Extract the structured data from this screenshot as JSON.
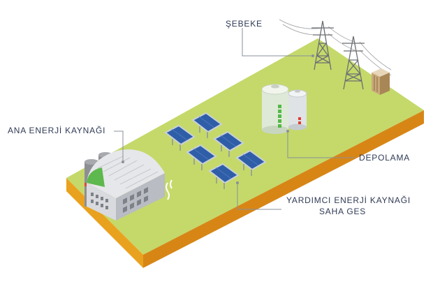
{
  "labels": {
    "grid": "ŞEBEKE",
    "main_source": "ANA ENERJİ KAYNAĞI",
    "storage": "DEPOLAMA",
    "aux_line1": "YARDIMCI ENERJİ KAYNAĞI",
    "aux_line2": "SAHA GES"
  },
  "colors": {
    "ground_top": "#c4d96a",
    "ground_left": "#e9a21f",
    "ground_right": "#d78616",
    "leader": "#8a8f99",
    "panel": "#2f5ea8",
    "panel_frame": "#c9d0da",
    "battery_body": "#dfe9d8",
    "battery_charge": "#53b947",
    "battery_low": "#e03c2f",
    "factory_wall": "#d9dade",
    "factory_roof": "#e6e7ea",
    "chimney": "#8d8f95",
    "chimney_band": "#d94a3e",
    "tower": "#6b6e72"
  },
  "icons": {
    "main_source": "power-plant-icon",
    "grid": "transmission-tower-icon",
    "storage": "battery-icon",
    "aux": "solar-panel-icon"
  }
}
